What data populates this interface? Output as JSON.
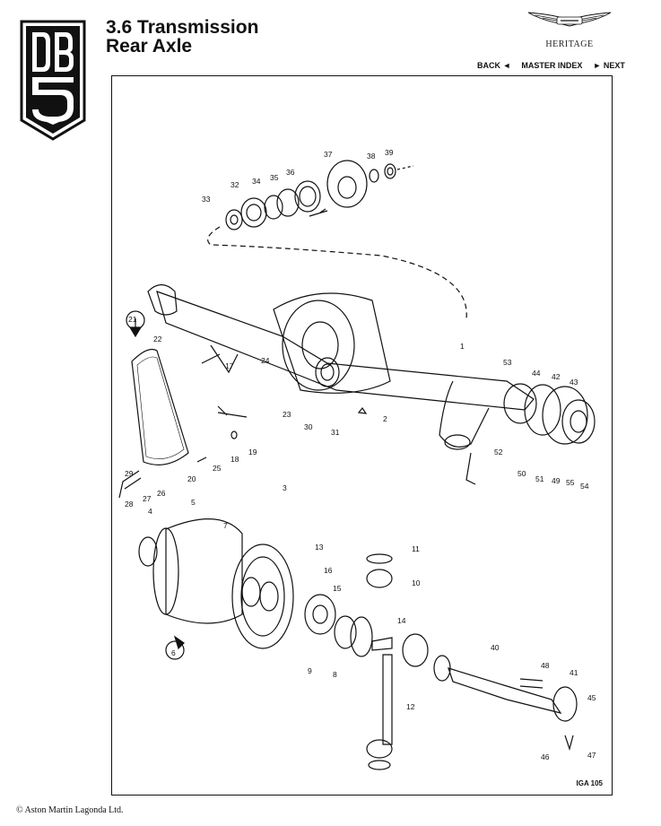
{
  "header": {
    "title_line1": "3.6 Transmission",
    "title_line2": "Rear Axle",
    "logo_text": "DB5",
    "brand_label": "HERITAGE"
  },
  "nav": {
    "back": "BACK ◄",
    "master_index": "MASTER INDEX",
    "next": "► NEXT"
  },
  "diagram": {
    "reference": "IGA 105",
    "part_labels": [
      "1",
      "2",
      "3",
      "4",
      "5",
      "6",
      "7",
      "8",
      "9",
      "10",
      "11",
      "12",
      "13",
      "14",
      "15",
      "16",
      "17",
      "18",
      "19",
      "20",
      "21",
      "22",
      "23",
      "24",
      "25",
      "26",
      "27",
      "28",
      "29",
      "30",
      "31",
      "32",
      "33",
      "34",
      "35",
      "36",
      "37",
      "38",
      "39",
      "40",
      "41",
      "42",
      "43",
      "44",
      "45",
      "46",
      "47",
      "48",
      "49",
      "50",
      "51",
      "52",
      "53",
      "54",
      "55"
    ]
  },
  "footer": {
    "copyright": "© Aston Martin Lagonda Ltd."
  },
  "colors": {
    "ink": "#111111",
    "background": "#ffffff"
  }
}
